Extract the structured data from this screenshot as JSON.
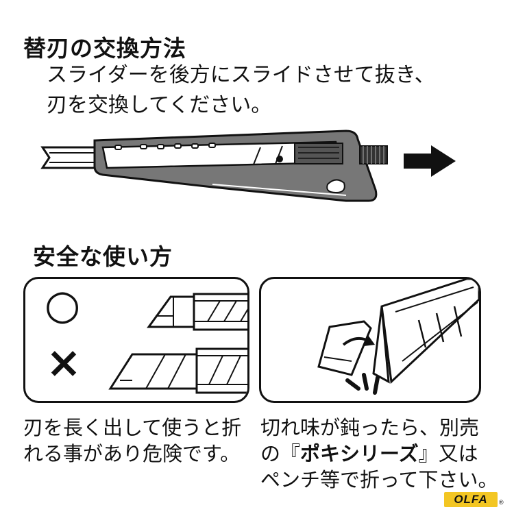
{
  "section_blade_change": {
    "title": "替刃の交換方法",
    "instruction_line1": "スライダーを後方にスライドさせて抜き、",
    "instruction_line2": "刃を交換してください。"
  },
  "section_safe_use": {
    "title": "安全な使い方",
    "good_symbol": "○",
    "bad_symbol": "×",
    "caption_left_line1": "刃を長く出して使うと折",
    "caption_left_line2": "れる事があり危険です。",
    "caption_right_line1": "切れ味が鈍ったら、別売",
    "caption_right_prefix": "の『",
    "caption_right_series": "ポキシリーズ",
    "caption_right_suffix": "』又は",
    "caption_right_line3": "ペンチ等で折って下さい。"
  },
  "brand": {
    "logo_text": "OLFA",
    "registered_mark": "®",
    "logo_color": "#f3c623"
  },
  "icons": [
    "cutter-knife-icon",
    "arrow-right-icon",
    "circle-ok-icon",
    "cross-ng-icon",
    "blade-snap-icon",
    "pliers-hint-icon"
  ]
}
